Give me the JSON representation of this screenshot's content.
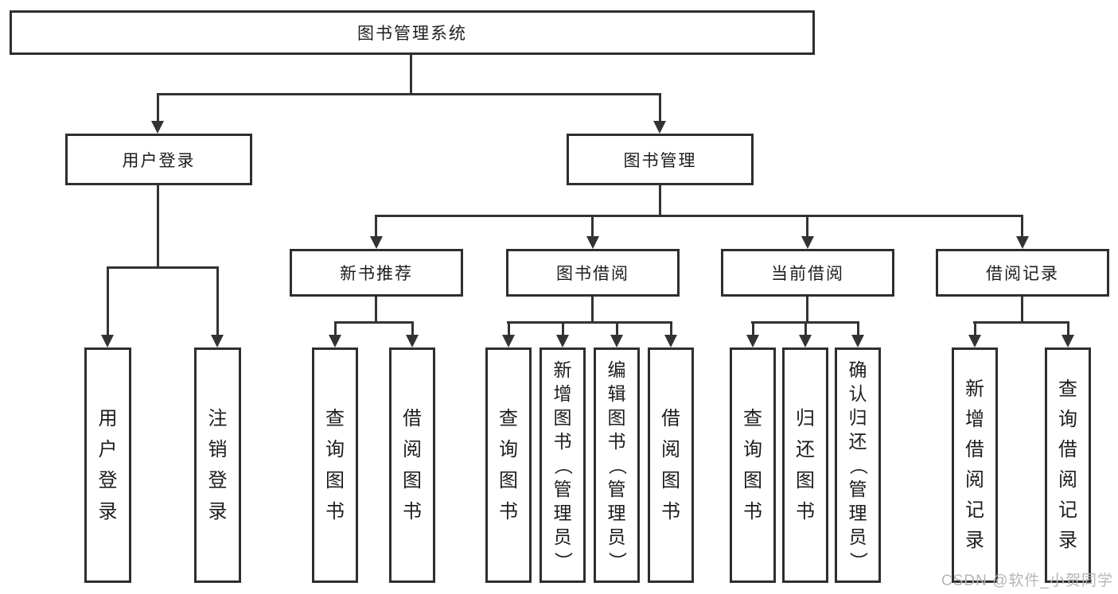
{
  "nodes": {
    "root": {
      "label": "图书管理系统"
    },
    "user_login": {
      "label": "用户登录"
    },
    "book_mgmt": {
      "label": "图书管理"
    },
    "new_book_rec": {
      "label": "新书推荐"
    },
    "book_borrow": {
      "label": "图书借阅"
    },
    "current_borrow": {
      "label": "当前借阅"
    },
    "borrow_record": {
      "label": "借阅记录"
    },
    "leaf_user_login": {
      "label": "用户登录"
    },
    "leaf_logout_login": {
      "label": "注销登录"
    },
    "leaf_query_book_a": {
      "label": "查询图书"
    },
    "leaf_borrow_book_a": {
      "label": "借阅图书"
    },
    "leaf_query_book_b": {
      "label": "查询图书"
    },
    "leaf_add_book": {
      "label": "新增图书（管理员）"
    },
    "leaf_edit_book": {
      "label": "编辑图书（管理员）"
    },
    "leaf_borrow_book_b": {
      "label": "借阅图书"
    },
    "leaf_query_book_c": {
      "label": "查询图书"
    },
    "leaf_return_book": {
      "label": "归还图书"
    },
    "leaf_confirm_return": {
      "label": "确认归还（管理员）"
    },
    "leaf_add_borrow_record": {
      "label": "新增借阅记录"
    },
    "leaf_query_borrow_record": {
      "label": "查询借阅记录"
    }
  },
  "watermark": "CSDN @软件_小贺同学"
}
